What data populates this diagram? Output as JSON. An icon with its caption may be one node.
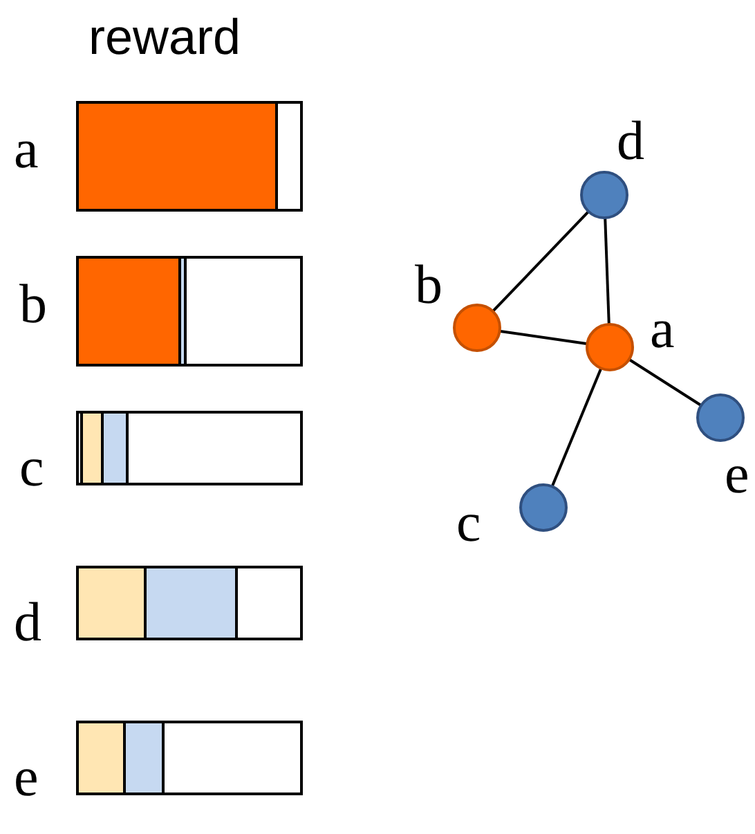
{
  "diagram": {
    "title": "reward",
    "nodes": [
      {
        "text": [],
        "shape": "bar",
        "beside": [
          "a"
        ]
      },
      {
        "text": [],
        "shape": "bar",
        "beside": [
          "b"
        ]
      },
      {
        "text": [],
        "shape": "bar",
        "beside": [
          "c"
        ]
      },
      {
        "text": [],
        "shape": "bar",
        "beside": [
          "d"
        ]
      },
      {
        "text": [],
        "shape": "bar",
        "beside": [
          "e"
        ]
      },
      {
        "text": [],
        "shape": "circle",
        "beside": [
          "d"
        ]
      },
      {
        "text": [],
        "shape": "circle",
        "beside": [
          "b"
        ]
      },
      {
        "text": [],
        "shape": "circle",
        "beside": [
          "a"
        ]
      },
      {
        "text": [],
        "shape": "circle",
        "beside": [
          "e"
        ]
      },
      {
        "text": [],
        "shape": "circle",
        "beside": [
          "c"
        ]
      }
    ],
    "edges": [
      {
        "from": 5,
        "to": 7,
        "arrow": "none"
      },
      {
        "from": 6,
        "to": 5,
        "arrow": "none"
      },
      {
        "from": 6,
        "to": 7,
        "arrow": "none"
      },
      {
        "from": 7,
        "to": 9,
        "arrow": "none"
      },
      {
        "from": 7,
        "to": 8,
        "arrow": "none"
      }
    ]
  }
}
